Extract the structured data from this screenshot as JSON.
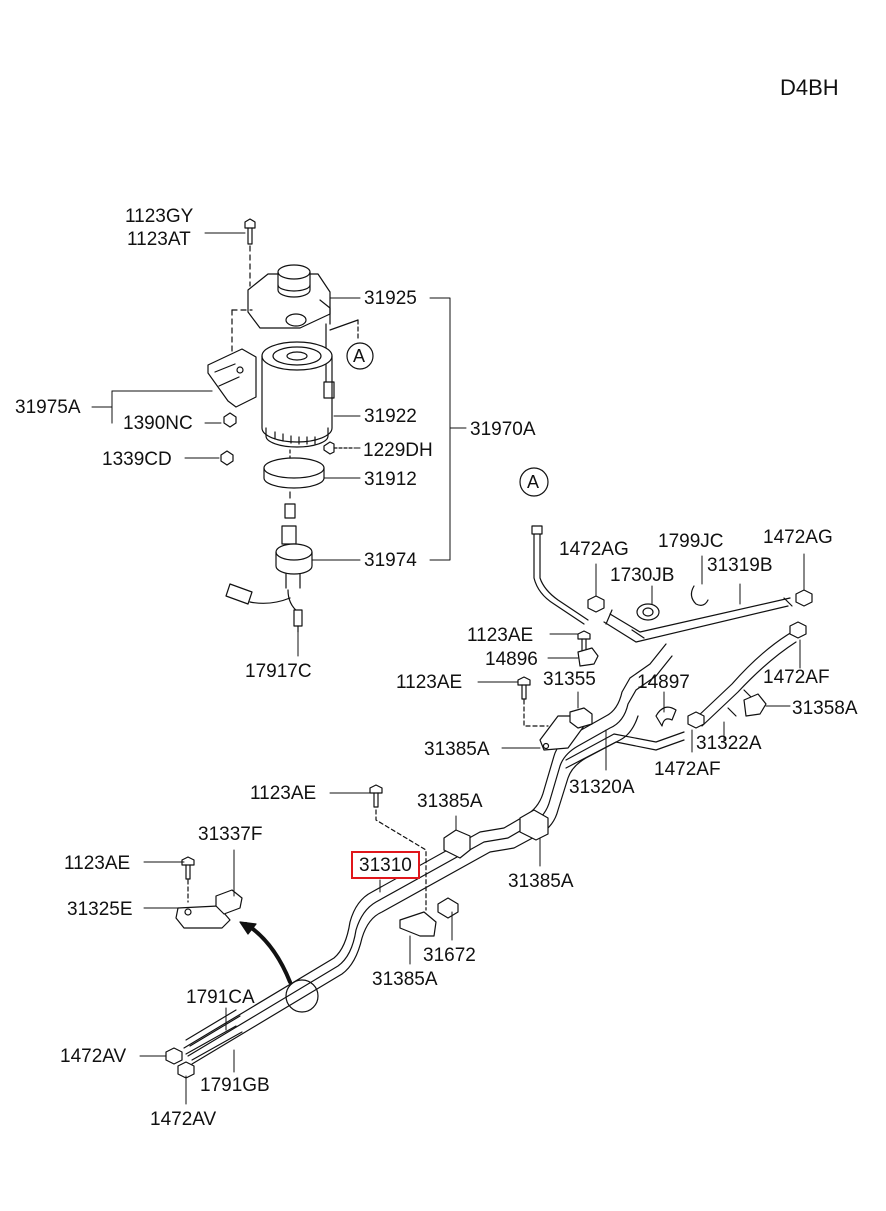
{
  "engine_code": "D4BH",
  "callouts": {
    "a_upper": "A",
    "a_lower": "A"
  },
  "labels": {
    "p1123GY": "1123GY",
    "p1123AT": "1123AT",
    "p31925": "31925",
    "p31975A": "31975A",
    "p1390NC": "1390NC",
    "p31922": "31922",
    "p31970A": "31970A",
    "p1339CD": "1339CD",
    "p1229DH": "1229DH",
    "p31912": "31912",
    "p31974": "31974",
    "p17917C": "17917C",
    "p1472AG_a": "1472AG",
    "p1799JC": "1799JC",
    "p1472AG_b": "1472AG",
    "p1730JB": "1730JB",
    "p31319B": "31319B",
    "p1123AE_a": "1123AE",
    "p14896": "14896",
    "p1123AE_b": "1123AE",
    "p31355": "31355",
    "p14897": "14897",
    "p1472AF_a": "1472AF",
    "p31358A": "31358A",
    "p31385A_a": "31385A",
    "p31322A": "31322A",
    "p1472AF_b": "1472AF",
    "p31320A": "31320A",
    "p1123AE_c": "1123AE",
    "p31385A_b": "31385A",
    "p31337F": "31337F",
    "p31310": "31310",
    "p1123AE_d": "1123AE",
    "p31385A_c": "31385A",
    "p31325E": "31325E",
    "p31672": "31672",
    "p31385A_d": "31385A",
    "p1791CA": "1791CA",
    "p1472AV_a": "1472AV",
    "p1791GB": "1791GB",
    "p1472AV_b": "1472AV"
  },
  "colors": {
    "line": "#111111",
    "highlight": "#e0161b",
    "background": "#ffffff"
  }
}
